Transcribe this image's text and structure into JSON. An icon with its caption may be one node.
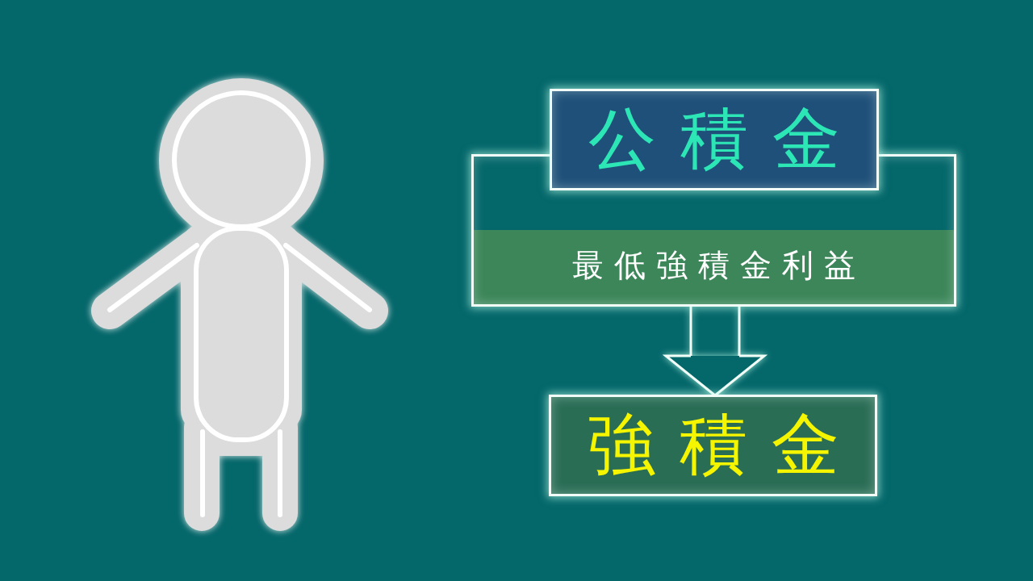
{
  "diagram": {
    "nodes": [
      {
        "text": [
          "公積金"
        ]
      },
      {
        "text": [
          "最低強積金利益"
        ]
      },
      {
        "text": [
          "強積金"
        ]
      }
    ],
    "edges": [
      {
        "from": 1,
        "to": 2,
        "arrow": "to"
      }
    ]
  }
}
